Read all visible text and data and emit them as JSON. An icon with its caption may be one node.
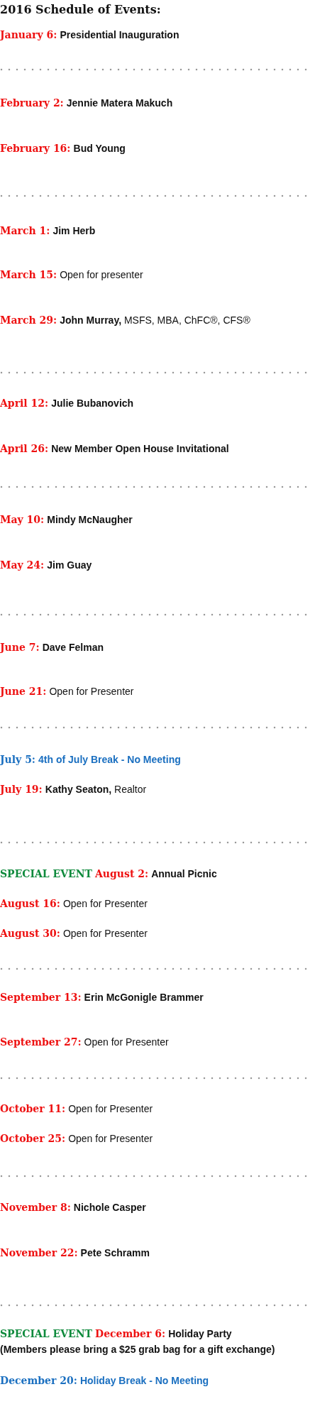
{
  "diagram": {
    "title": "2016 Schedule of Events:",
    "labels": [
      "January 6:",
      "Presidential Inauguration",
      "February 2:",
      "Jennie Matera Makuch",
      "February 16:",
      "Bud Young",
      "March 1:",
      "Jim Herb",
      "March 15:",
      "Open for presenter",
      "March 29:",
      "**John Murray,** MSFS, MBA, ChFC®, CFS®",
      "April 12:",
      "Julie Bubanovich",
      "April 26:",
      "New Member Open House Invitational",
      "May 10:",
      "Mindy McNaugher",
      "May 24:",
      "Jim Guay",
      "June 7:",
      "Dave Felman",
      "June 21:",
      "Open for Presenter",
      "July 5:",
      "4th of July Break - No Meeting",
      "July 19:",
      "**Kathy Seaton,** Realtor",
      "SPECIAL EVENT",
      "August 2:",
      "Annual Picnic",
      "August 16:",
      "Open for Presenter",
      "August 30:",
      "Open for Presenter",
      "September 13:",
      "Erin McGonigle Brammer",
      "September 27:",
      "Open for Presenter",
      "October 11:",
      "Open for Presenter",
      "October 25:",
      "Open for Presenter",
      "November 8:",
      "Nichole Casper",
      "November 22:",
      "Pete Schramm",
      "SPECIAL EVENT",
      "December 6:",
      "Holiday Party",
      "(Members please bring a $25 grab bag for a gift exchange)",
      "December 20:",
      "Holiday Break - No Meeting"
    ]
  }
}
